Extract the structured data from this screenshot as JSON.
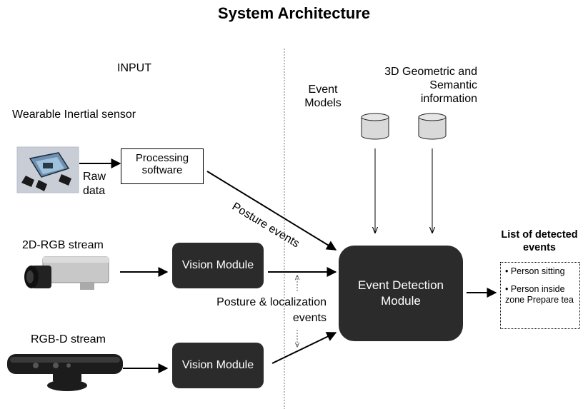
{
  "title": "System Architecture",
  "input_label": "INPUT",
  "wearable_label": "Wearable Inertial sensor",
  "raw_data_label": "Raw\ndata",
  "processing_box": "Processing\nsoftware",
  "posture_events_label": "Posture events",
  "rgb2d_label": "2D-RGB stream",
  "rgbd_label": "RGB-D stream",
  "vision_module_top": "Vision Module",
  "vision_module_bottom": "Vision Module",
  "posture_localization_label": "Posture & localization\nevents",
  "event_models_label": "Event\nModels",
  "geometric_label": "3D Geometric and\nSemantic\ninformation",
  "event_detection_box": "Event Detection\nModule",
  "detected_events_title": "List of detected\nevents",
  "detected_events": [
    "• Person sitting",
    "• Person inside zone Prepare tea"
  ],
  "colors": {
    "module_fill": "#2b2b2b",
    "module_text": "#ffffff",
    "database_fill": "#d9d9d9"
  },
  "icons": {
    "wearable_sensor": "wearable-sensor-icon",
    "camera": "camera-icon",
    "kinect": "kinect-sensor-icon",
    "database": "database-icon"
  }
}
